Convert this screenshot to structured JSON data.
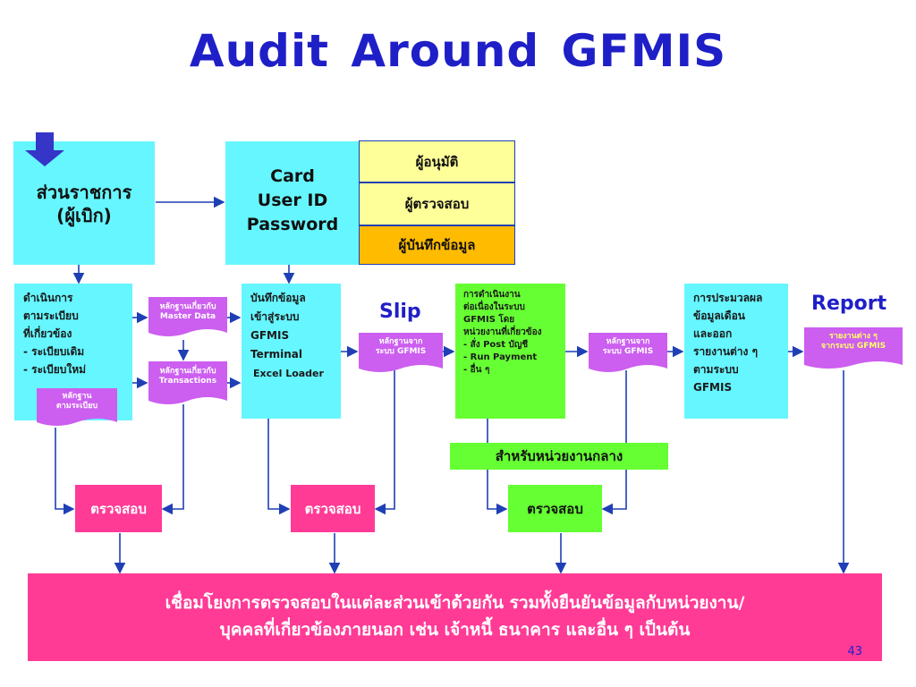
{
  "title": "Audit  Around  GFMIS",
  "agency_box": {
    "line1": "ส่วนราชการ",
    "line2": "(ผู้เบิก)"
  },
  "credentials_box": {
    "line1": "Card",
    "line2": "User ID",
    "line3": "Password"
  },
  "roles": [
    "ผู้อนุมัติ",
    "ผู้ตรวจสอบ",
    "ผู้บันทึกข้อมูล"
  ],
  "col1": {
    "lines": [
      "ดำเนินการ",
      "ตามระเบียบ",
      "ที่เกี่ยวข้อง",
      "- ระเบียบเดิม",
      "- ระเบียบใหม่"
    ],
    "doc": [
      "หลักฐาน",
      "ตามระเบียบ"
    ]
  },
  "doc_master": [
    "หลักฐานเกี่ยวกับ",
    "Master Data"
  ],
  "doc_transactions": [
    "หลักฐานเกี่ยวกับ",
    "Transactions"
  ],
  "col2": {
    "lines": [
      "บันทึกข้อมูล",
      "เข้าสู่ระบบ",
      "GFMIS",
      "Terminal"
    ],
    "extra": "Excel Loader"
  },
  "slip_label": "Slip",
  "doc_slip": [
    "หลักฐานจาก",
    "ระบบ  GFMIS"
  ],
  "col3": {
    "lines": [
      "การดำเนินงาน",
      "ต่อเนื่องในระบบ",
      "GFMIS โดย",
      "หน่วยงานที่เกี่ยวข้อง",
      "- สั่ง Post บัญชี",
      "- Run Payment",
      "- อื่น ๆ"
    ]
  },
  "doc_gfmis2": [
    "หลักฐานจาก",
    "ระบบ  GFMIS"
  ],
  "col4": {
    "lines": [
      "การประมวลผล",
      "ข้อมูลเดือน",
      "และออก",
      "รายงานต่าง ๆ",
      "ตามระบบ",
      "GFMIS"
    ]
  },
  "report_label": "Report",
  "doc_report": [
    "รายงานต่าง ๆ",
    "จากระบบ  GFMIS"
  ],
  "central_unit": "สำหรับหน่วยงานกลาง",
  "audit_label_1": "ตรวจสอบ",
  "audit_label_2": "ตรวจสอบ",
  "audit_label_3": "ตรวจสอบ",
  "footer": {
    "line1": "เชื่อมโยงการตรวจสอบในแต่ละส่วนเข้าด้วยกัน  รวมทั้งยืนยันข้อมูลกับหน่วยงาน/",
    "line2": "บุคคลที่เกี่ยวข้องภายนอก  เช่น  เจ้าหนี้  ธนาคาร  และอื่น ๆ เป็นต้น",
    "page": "43"
  },
  "colors": {
    "title": "#1f1fc8",
    "cyan": "#66f6ff",
    "green": "#66ff33",
    "pink": "#ff3b96",
    "violet": "#cc5ef0",
    "role_light": "#ffff99",
    "role_orange": "#ffbb00",
    "line": "#1f3fb4"
  }
}
